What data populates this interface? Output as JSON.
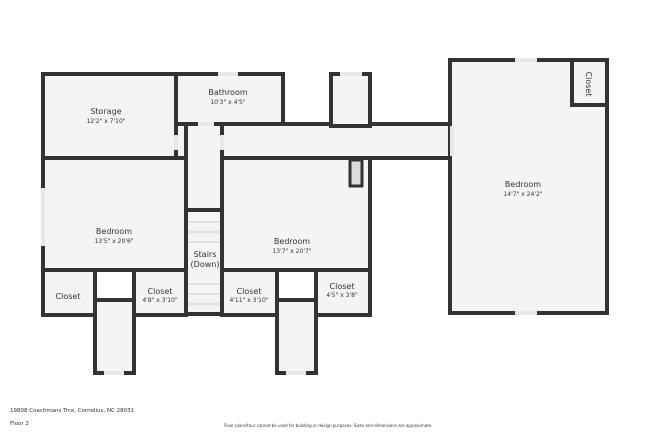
{
  "rooms": {
    "storage": {
      "name": "Storage",
      "dims": "12'2\" x 7'10\""
    },
    "bathroom": {
      "name": "Bathroom",
      "dims": "10'3\" x 4'5\""
    },
    "bedroom_left": {
      "name": "Bedroom",
      "dims": "13'5\" x 20'6\""
    },
    "stairs": {
      "name": "Stairs",
      "sub": "(Down)"
    },
    "closet_left": {
      "name": "Closet"
    },
    "closet_2": {
      "name": "Closet",
      "dims": "4'8\" x 3'10\""
    },
    "bedroom_mid": {
      "name": "Bedroom",
      "dims": "13'7\" x 20'7\""
    },
    "closet_3": {
      "name": "Closet",
      "dims": "4'11\" x 3'10\""
    },
    "closet_4": {
      "name": "Closet",
      "dims": "4'5\" x 3'8\""
    },
    "bedroom_right": {
      "name": "Bedroom",
      "dims": "14'7\" x 24'2\""
    },
    "closet_right": {
      "name": "Closet"
    }
  },
  "footer": {
    "address": "19808 Coachmans Trce, Cornelius, NC 28031",
    "floor": "Floor 2",
    "disclaimer": "Floor plans/tour cannot be used for building or design purposes. Sizes and dimensions are approximate."
  },
  "colors": {
    "wall": "#333333",
    "floor": "#f4f4f4"
  }
}
